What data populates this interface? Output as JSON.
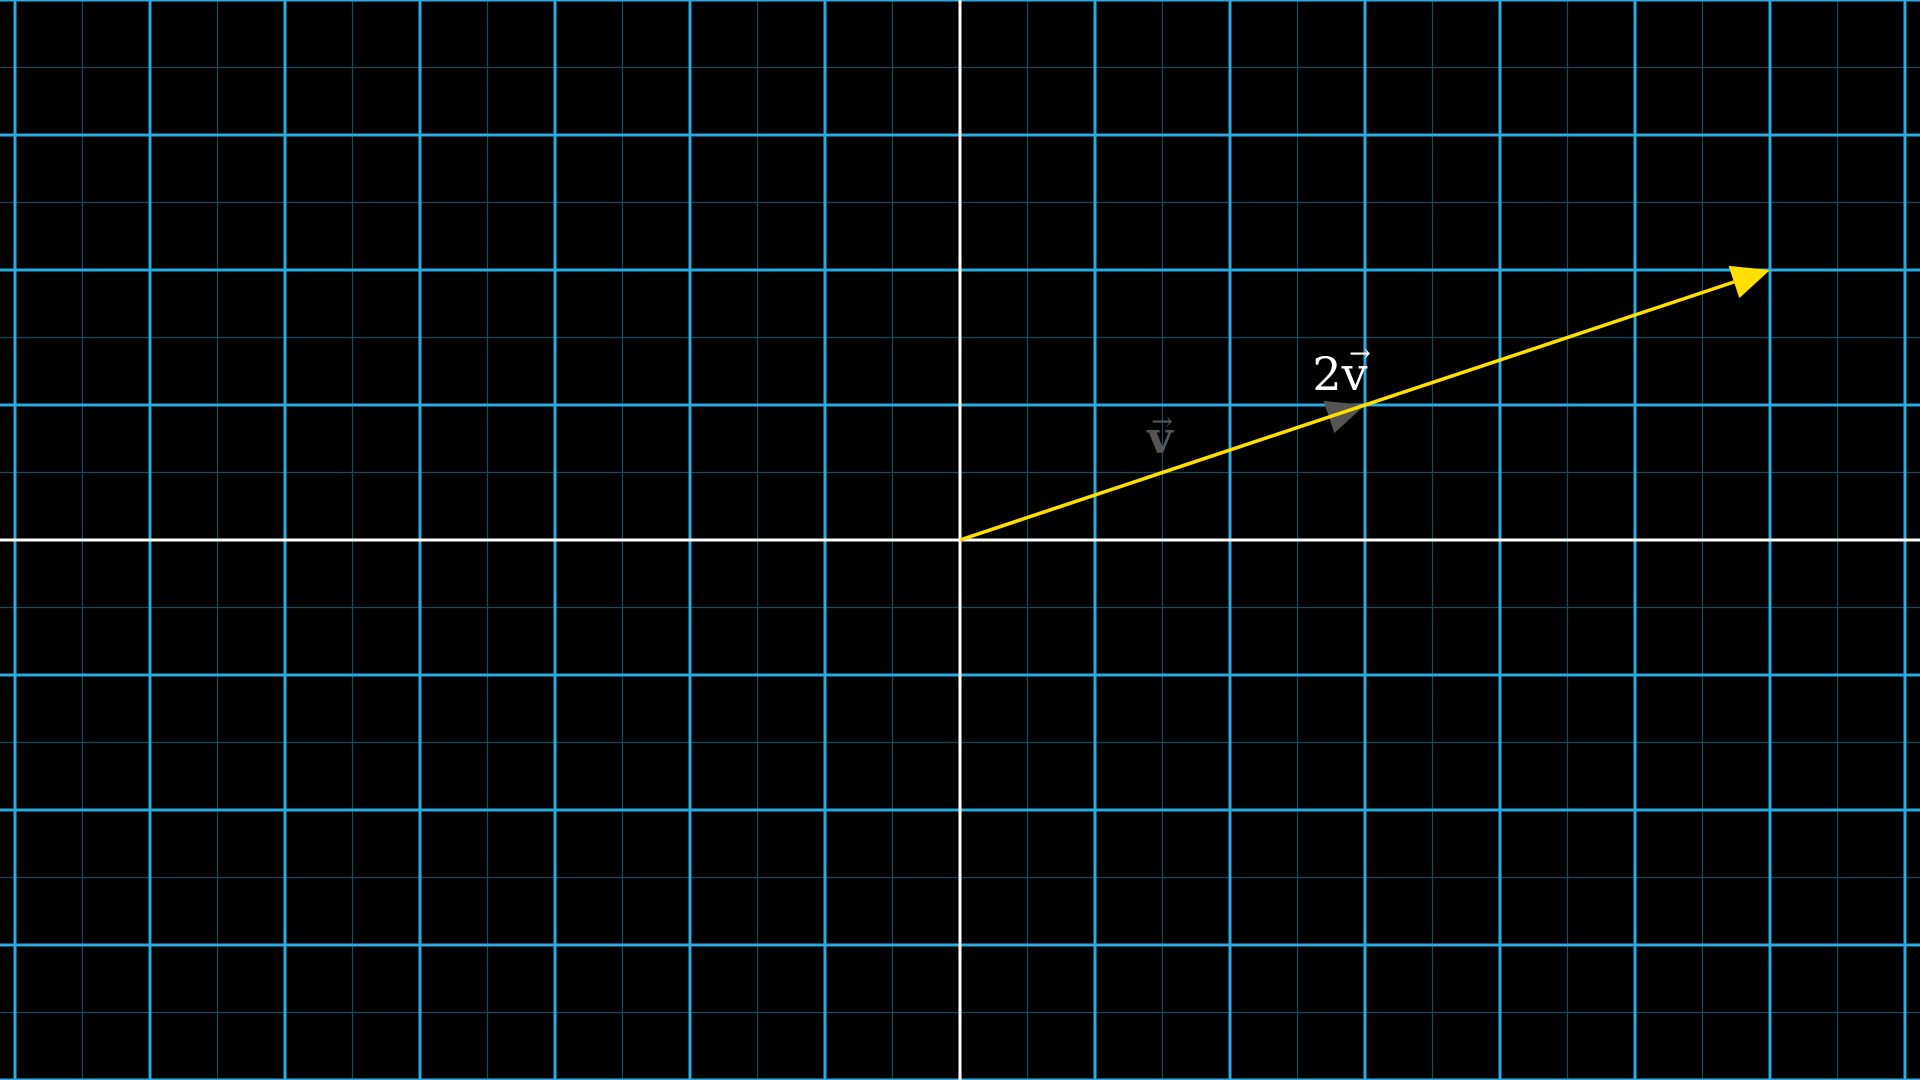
{
  "scene": {
    "background": "#000000",
    "grid": {
      "unit": 1,
      "minor_step": 0.5,
      "x_range": [
        -7,
        7
      ],
      "y_range": [
        -4,
        4
      ],
      "major_color": "#29abe2",
      "minor_color": "#1b4a5c",
      "axis_color": "#ffffff"
    },
    "vectors": [
      {
        "id": "v",
        "tail": [
          0,
          0
        ],
        "head": [
          3,
          1
        ],
        "color": "#555555",
        "label": "v",
        "arrow_mark": "→",
        "faded": true
      },
      {
        "id": "two-v",
        "tail": [
          0,
          0
        ],
        "head": [
          6,
          2
        ],
        "color": "#ffe000",
        "label": "2v",
        "arrow_mark": "→",
        "faded": false
      }
    ]
  }
}
